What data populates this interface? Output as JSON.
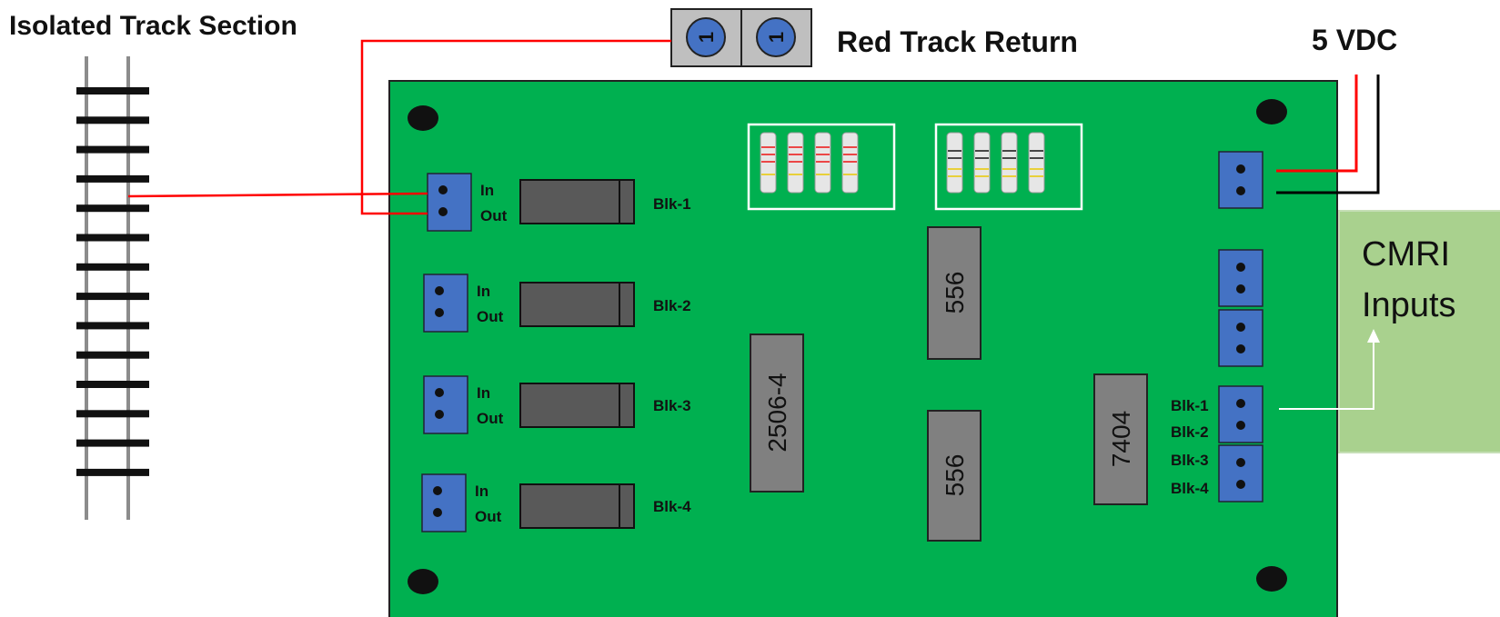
{
  "labels": {
    "isolated_track_section": "Isolated Track Section",
    "red_track_return": "Red Track Return",
    "power": "5 VDC",
    "cmri_line1": "CMRI",
    "cmri_line2": "Inputs"
  },
  "chips": {
    "detector": "2506-4",
    "timer_a": "556",
    "timer_b": "556",
    "inverter": "7404"
  },
  "blocks": [
    {
      "in": "In",
      "out": "Out",
      "name": "Blk-1"
    },
    {
      "in": "In",
      "out": "Out",
      "name": "Blk-2"
    },
    {
      "in": "In",
      "out": "Out",
      "name": "Blk-3"
    },
    {
      "in": "In",
      "out": "Out",
      "name": "Blk-4"
    }
  ],
  "output_labels": [
    "Blk-1",
    "Blk-2",
    "Blk-3",
    "Blk-4"
  ],
  "return_terminal_marks": [
    "1",
    "1"
  ],
  "colors": {
    "board": "#00b050",
    "terminal": "#4472c4",
    "wire_red": "#ff0000",
    "wire_black": "#000000",
    "wire_white": "#ffffff",
    "chip": "#808080",
    "relay": "#595959",
    "cmri_box": "#a9d18e"
  }
}
